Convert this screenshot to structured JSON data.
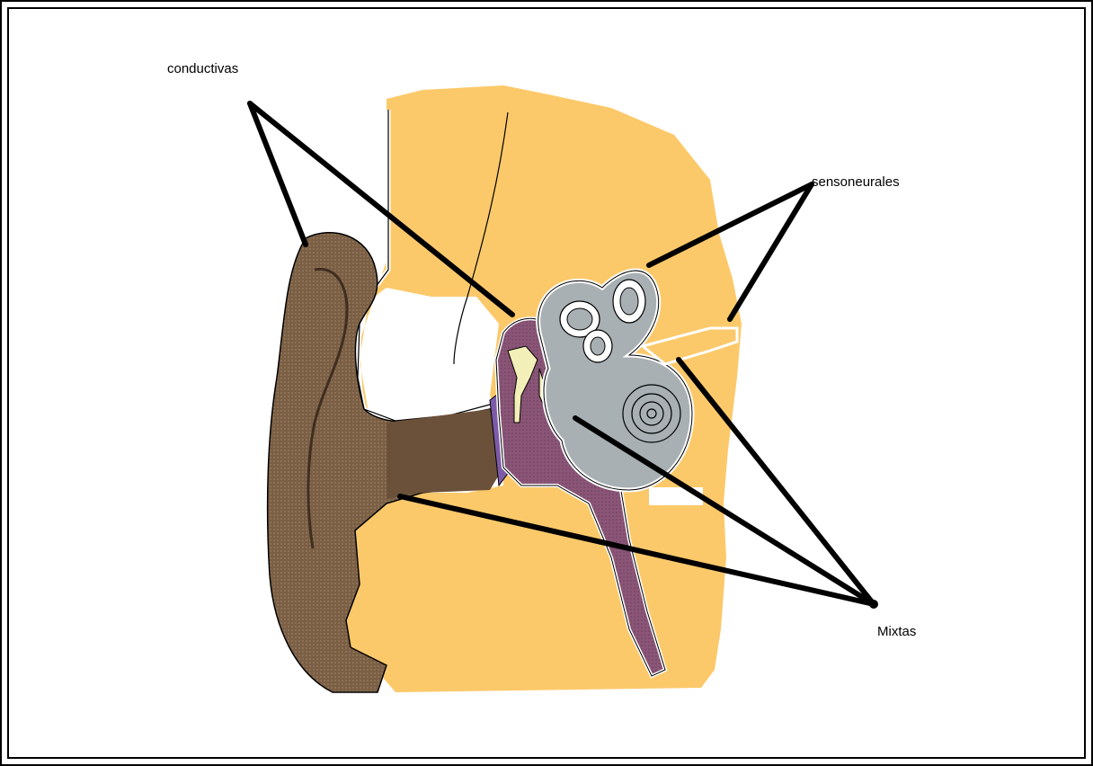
{
  "labels": {
    "conductivas": "conductivas",
    "sensoneurales": "sensoneurales",
    "mixtas": "Mixtas"
  },
  "colors": {
    "skin": "#fcc96a",
    "outer_ear": "#7a5f45",
    "middle_ear": "#8a5577",
    "inner_ear": "#a8b0b4",
    "ossicles": "#f3efb8",
    "line": "#000000"
  }
}
